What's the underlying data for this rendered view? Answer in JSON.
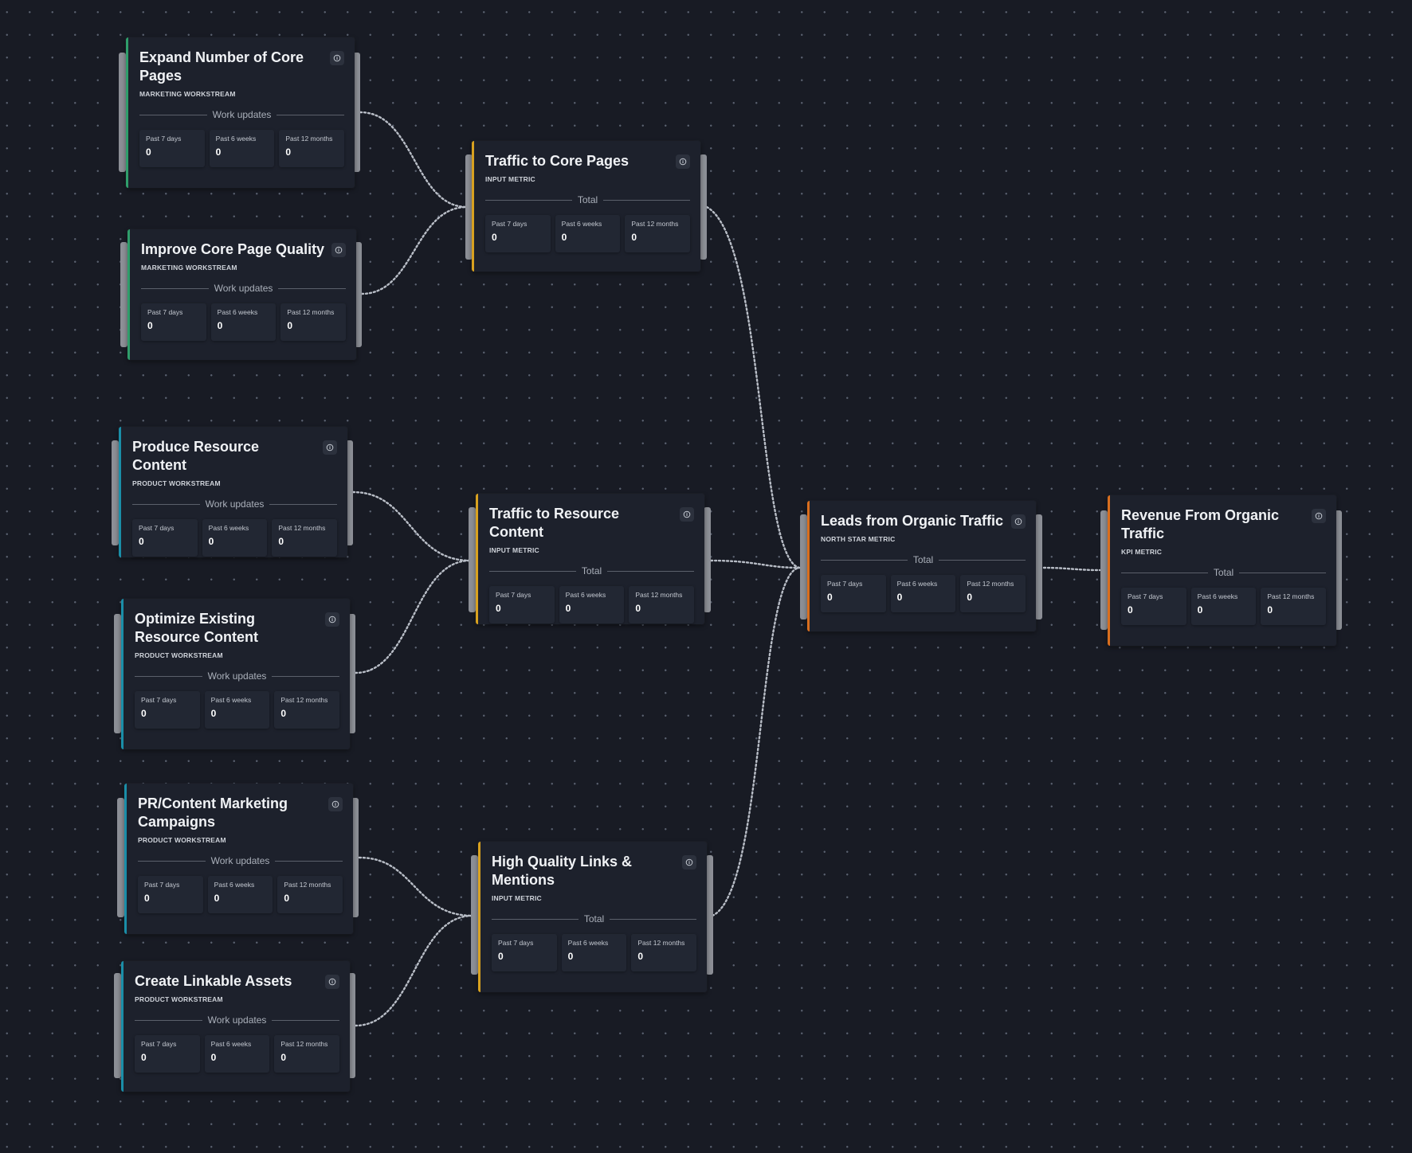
{
  "stat_labels": [
    "Past 7 days",
    "Past 6 weeks",
    "Past 12 months"
  ],
  "nodes": [
    {
      "title": "Expand Number of Core Pages",
      "type": "MARKETING WORKSTREAM",
      "section": "Work updates",
      "values": [
        "0",
        "0",
        "0"
      ]
    },
    {
      "title": "Improve Core Page Quality",
      "type": "MARKETING WORKSTREAM",
      "section": "Work updates",
      "values": [
        "0",
        "0",
        "0"
      ]
    },
    {
      "title": "Produce Resource Content",
      "type": "PRODUCT WORKSTREAM",
      "section": "Work updates",
      "values": [
        "0",
        "0",
        "0"
      ]
    },
    {
      "title": "Optimize Existing Resource Content",
      "type": "PRODUCT WORKSTREAM",
      "section": "Work updates",
      "values": [
        "0",
        "0",
        "0"
      ]
    },
    {
      "title": "PR/Content Marketing Campaigns",
      "type": "PRODUCT WORKSTREAM",
      "section": "Work updates",
      "values": [
        "0",
        "0",
        "0"
      ]
    },
    {
      "title": "Create Linkable Assets",
      "type": "PRODUCT WORKSTREAM",
      "section": "Work updates",
      "values": [
        "0",
        "0",
        "0"
      ]
    },
    {
      "title": "Traffic to Core Pages",
      "type": "INPUT METRIC",
      "section": "Total",
      "values": [
        "0",
        "0",
        "0"
      ]
    },
    {
      "title": "Traffic to Resource Content",
      "type": "INPUT METRIC",
      "section": "Total",
      "values": [
        "0",
        "0",
        "0"
      ]
    },
    {
      "title": "High Quality Links & Mentions",
      "type": "INPUT METRIC",
      "section": "Total",
      "values": [
        "0",
        "0",
        "0"
      ]
    },
    {
      "title": "Leads from Organic Traffic",
      "type": "NORTH STAR METRIC",
      "section": "Total",
      "values": [
        "0",
        "0",
        "0"
      ]
    },
    {
      "title": "Revenue From Organic Traffic",
      "type": "KPI METRIC",
      "section": "Total",
      "values": [
        "0",
        "0",
        "0"
      ]
    }
  ],
  "colors": {
    "workstream_marketing": "#2f9e6b",
    "workstream_product": "#1a8ea8",
    "input_metric": "#d8a11f",
    "north_star_metric": "#d96e1e",
    "kpi_metric": "#d96e1e",
    "edge": "#b9bec7"
  },
  "icons": {
    "info": "info-circle-icon"
  }
}
